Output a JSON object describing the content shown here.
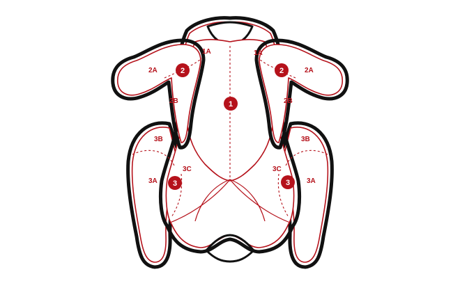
{
  "colors": {
    "accent": "#b5121b",
    "outline": "#111111",
    "fill": "#ffffff"
  },
  "labels": {
    "left_1a": "1A",
    "right_1a": "1A",
    "left_2a": "2A",
    "right_2a": "2A",
    "left_2b": "2B",
    "right_2b": "2B",
    "left_3b": "3B",
    "right_3b": "3B",
    "left_3c": "3C",
    "right_3c": "3C",
    "left_3a": "3A",
    "right_3a": "3A"
  },
  "markers": {
    "center": "1",
    "left_wing": "2",
    "right_wing": "2",
    "left_leg": "3",
    "right_leg": "3"
  }
}
